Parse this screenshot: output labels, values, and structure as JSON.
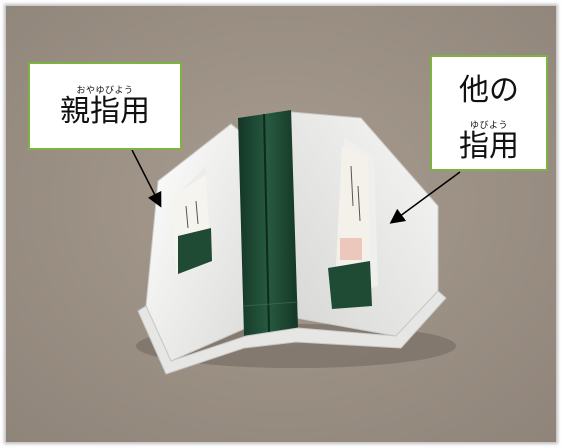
{
  "labels": {
    "left": {
      "ruby": "おやゆびよう",
      "text": "親指用"
    },
    "right": {
      "line1": "他の",
      "ruby": "ゆびよう",
      "line2": "指用"
    }
  },
  "colors": {
    "label_border": "#7cb342",
    "tape": "#1f4a33",
    "background": "#9e9388",
    "object": "#f3f3f1"
  }
}
